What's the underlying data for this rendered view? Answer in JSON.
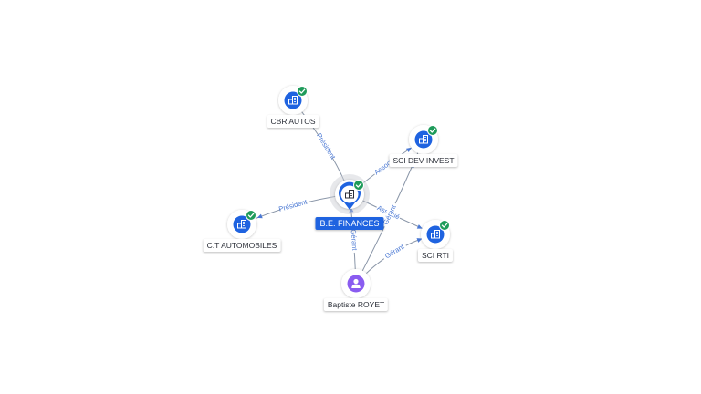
{
  "nodes": [
    {
      "id": "cbr",
      "label": "CBR AUTOS",
      "type": "company",
      "verified": true
    },
    {
      "id": "dev",
      "label": "SCI DEV INVEST",
      "type": "company",
      "verified": true
    },
    {
      "id": "be",
      "label": "B.E. FINANCES",
      "type": "company",
      "verified": true,
      "selected": true
    },
    {
      "id": "ct",
      "label": "C.T AUTOMOBILES",
      "type": "company",
      "verified": true
    },
    {
      "id": "rti",
      "label": "SCI RTI",
      "type": "company",
      "verified": true
    },
    {
      "id": "bap",
      "label": "Baptiste ROYET",
      "type": "person",
      "verified": false
    }
  ],
  "edges": [
    {
      "from": "be",
      "to": "cbr",
      "label": "Président"
    },
    {
      "from": "be",
      "to": "ct",
      "label": "Président"
    },
    {
      "from": "be",
      "to": "dev",
      "label": "Associé"
    },
    {
      "from": "be",
      "to": "rti",
      "label": "Associé"
    },
    {
      "from": "bap",
      "to": "be",
      "label": "Gérant"
    },
    {
      "from": "bap",
      "to": "dev",
      "label": "Gérant"
    },
    {
      "from": "bap",
      "to": "rti",
      "label": "Gérant"
    }
  ],
  "icons": {
    "company": "building-icon",
    "person": "person-icon",
    "verified": "check-badge-icon"
  },
  "colors": {
    "company_fill": "#1f63e0",
    "person_fill": "#8a5cf0",
    "verified": "#1e9b5a",
    "selected_label": "#1f63e0"
  }
}
